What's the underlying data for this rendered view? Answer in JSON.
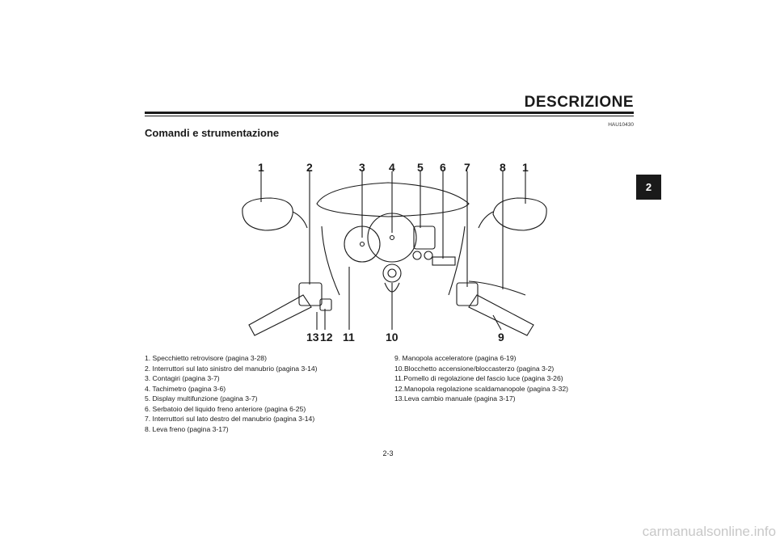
{
  "header": {
    "section_title": "DESCRIZIONE",
    "doc_code": "HAU10430",
    "subtitle": "Comandi e strumentazione",
    "chapter_tab": "2"
  },
  "figure": {
    "callouts_top": [
      "1",
      "2",
      "3",
      "4",
      "5",
      "6",
      "7",
      "8",
      "1"
    ],
    "callouts_bottom": [
      "13",
      "12",
      "11",
      "10",
      "9"
    ]
  },
  "legend": {
    "left": [
      "1. Specchietto retrovisore (pagina 3-28)",
      "2. Interruttori sul lato sinistro del manubrio (pagina 3-14)",
      "3. Contagiri (pagina 3-7)",
      "4. Tachimetro (pagina 3-6)",
      "5. Display multifunzione (pagina 3-7)",
      "6. Serbatoio del liquido freno anteriore (pagina 6-25)",
      "7. Interruttori sul lato destro del manubrio (pagina 3-14)",
      "8. Leva freno (pagina 3-17)"
    ],
    "right": [
      "9. Manopola acceleratore (pagina 6-19)",
      "10.Blocchetto accensione/bloccasterzo (pagina 3-2)",
      "11.Pomello di regolazione del fascio luce (pagina 3-26)",
      "12.Manopola regolazione scaldamanopole (pagina 3-32)",
      "13.Leva cambio manuale (pagina 3-17)"
    ]
  },
  "footer": {
    "page_number": "2-3",
    "watermark": "carmanualsonline.info"
  }
}
